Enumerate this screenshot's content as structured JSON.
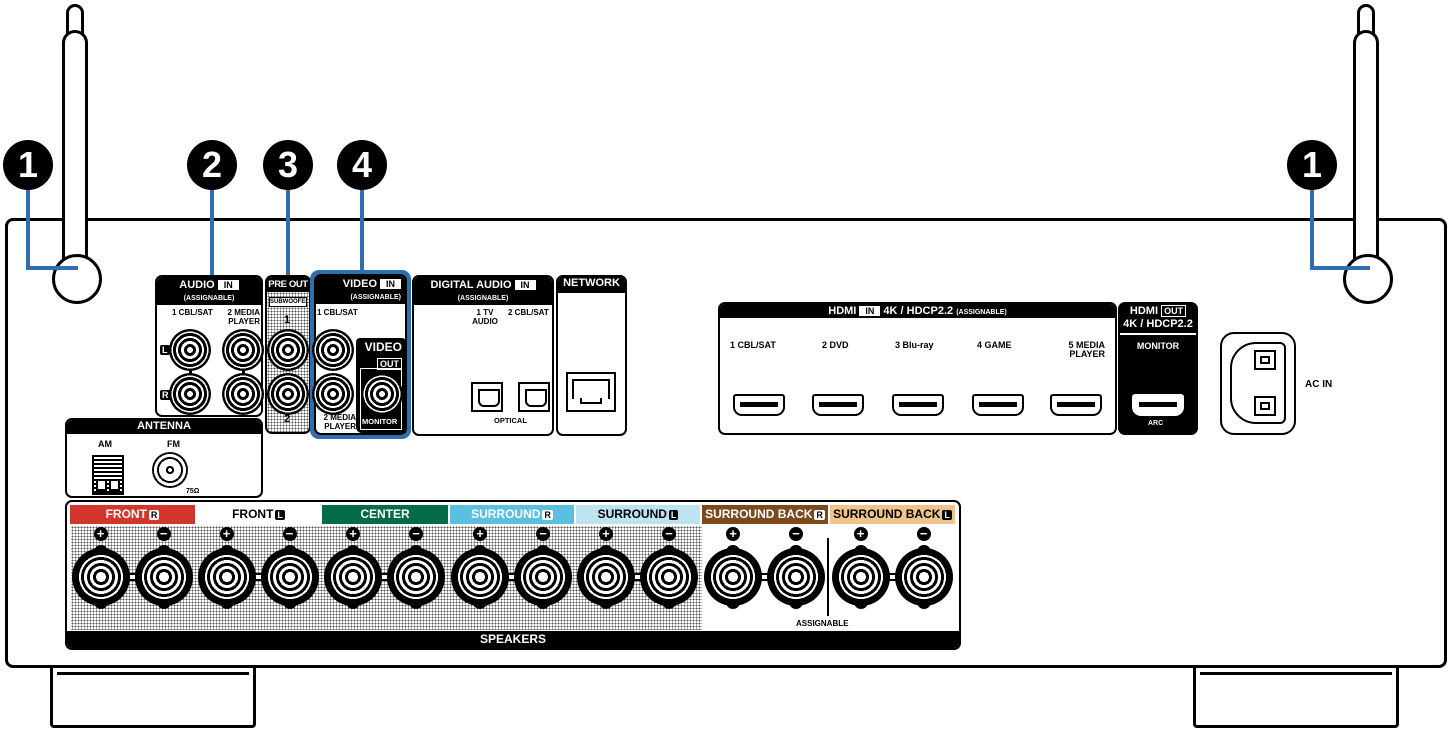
{
  "callouts": [
    "1",
    "2",
    "3",
    "4",
    "1"
  ],
  "audio_in": {
    "title": "AUDIO",
    "in_badge": "IN",
    "sub": "(ASSIGNABLE)",
    "inputs": [
      "1 CBL/SAT",
      "2  MEDIA PLAYER"
    ],
    "l": "L",
    "r": "R"
  },
  "pre_out": {
    "title": "PRE OUT",
    "sub": "SUBWOOFER",
    "outputs": [
      "1",
      "2"
    ]
  },
  "video_in": {
    "title": "VIDEO",
    "in_badge": "IN",
    "sub": "(ASSIGNABLE)",
    "inputs": [
      "1 CBL/SAT",
      "2  MEDIA PLAYER"
    ]
  },
  "video_out": {
    "title": "VIDEO",
    "out_badge": "OUT",
    "jack": "MONITOR"
  },
  "digital_audio": {
    "title": "DIGITAL AUDIO",
    "in_badge": "IN",
    "sub": "(ASSIGNABLE)",
    "inputs": [
      "1   TV AUDIO",
      "2 CBL/SAT"
    ],
    "type": "OPTICAL"
  },
  "network": {
    "title": "NETWORK"
  },
  "antenna": {
    "title": "ANTENNA",
    "am": "AM",
    "fm": "FM",
    "impedance": "75Ω"
  },
  "hdmi_in": {
    "title": "HDMI",
    "in_badge": "IN",
    "spec": "4K / HDCP2.2",
    "sub": "(ASSIGNABLE)",
    "inputs": [
      "1  CBL/SAT",
      "2  DVD",
      "3  Blu-ray",
      "4  GAME",
      "5  MEDIA PLAYER"
    ]
  },
  "hdmi_out": {
    "title": "HDMI",
    "out_badge": "OUT",
    "spec": "4K / HDCP2.2",
    "jack": "MONITOR",
    "arc": "ARC"
  },
  "ac_in": "AC IN",
  "speakers": {
    "title": "SPEAKERS",
    "assignable": "ASSIGNABLE",
    "channels": [
      {
        "label": "FRONT",
        "side": "R",
        "color": "#d2352b"
      },
      {
        "label": "FRONT",
        "side": "L",
        "color": "#ffffff"
      },
      {
        "label": "CENTER",
        "side": "",
        "color": "#006b45"
      },
      {
        "label": "SURROUND",
        "side": "R",
        "color": "#5bbfe0"
      },
      {
        "label": "SURROUND",
        "side": "L",
        "color": "#bde3f0"
      },
      {
        "label": "SURROUND BACK",
        "side": "R",
        "color": "#7a4a1e"
      },
      {
        "label": "SURROUND BACK",
        "side": "L",
        "color": "#efc38a"
      }
    ],
    "plus": "+",
    "minus": "−"
  },
  "accent_color": "#2f6fb0"
}
